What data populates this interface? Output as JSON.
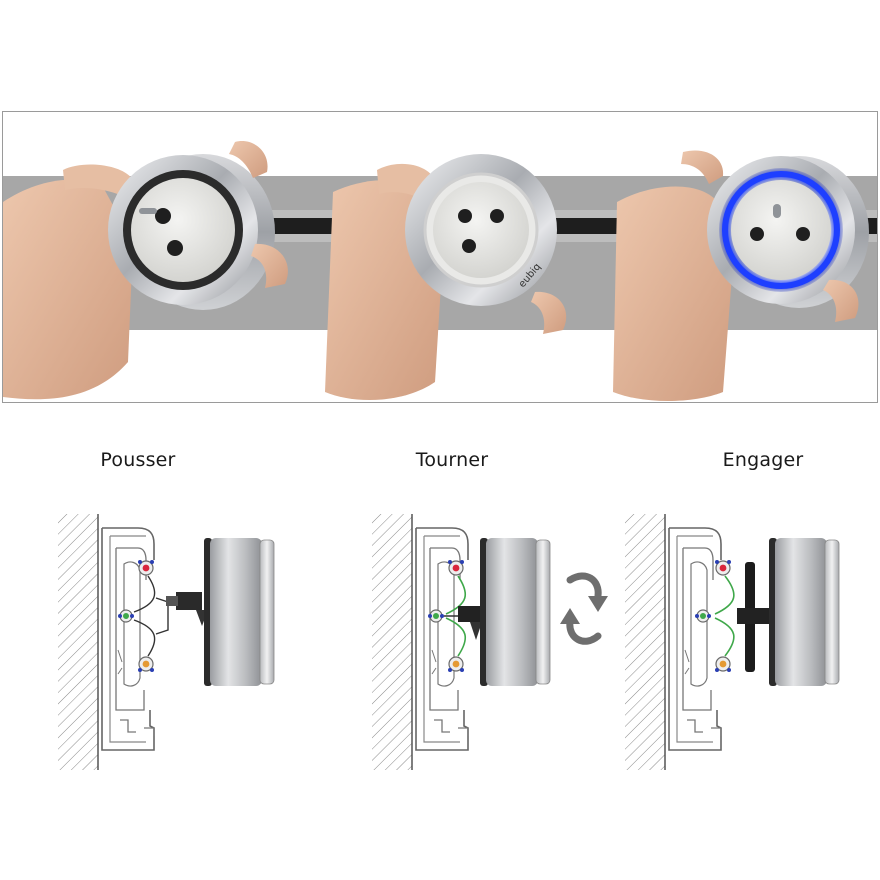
{
  "steps": [
    {
      "label": "Pousser"
    },
    {
      "label": "Tourner"
    },
    {
      "label": "Engager"
    }
  ],
  "socket_brand_text": "eubiq",
  "colors": {
    "rail_grey": "#a7a7a7",
    "rail_dark": "#1e1e1e",
    "metal": "#c4c6c9",
    "skin": "#e2b79b",
    "led_blue": "#1e3fff",
    "contact_red": "#d9253b",
    "contact_blue": "#2a3fb3",
    "contact_green": "#3fa84a",
    "contact_orange": "#e59a33",
    "arrow_grey": "#6e6e6e"
  }
}
